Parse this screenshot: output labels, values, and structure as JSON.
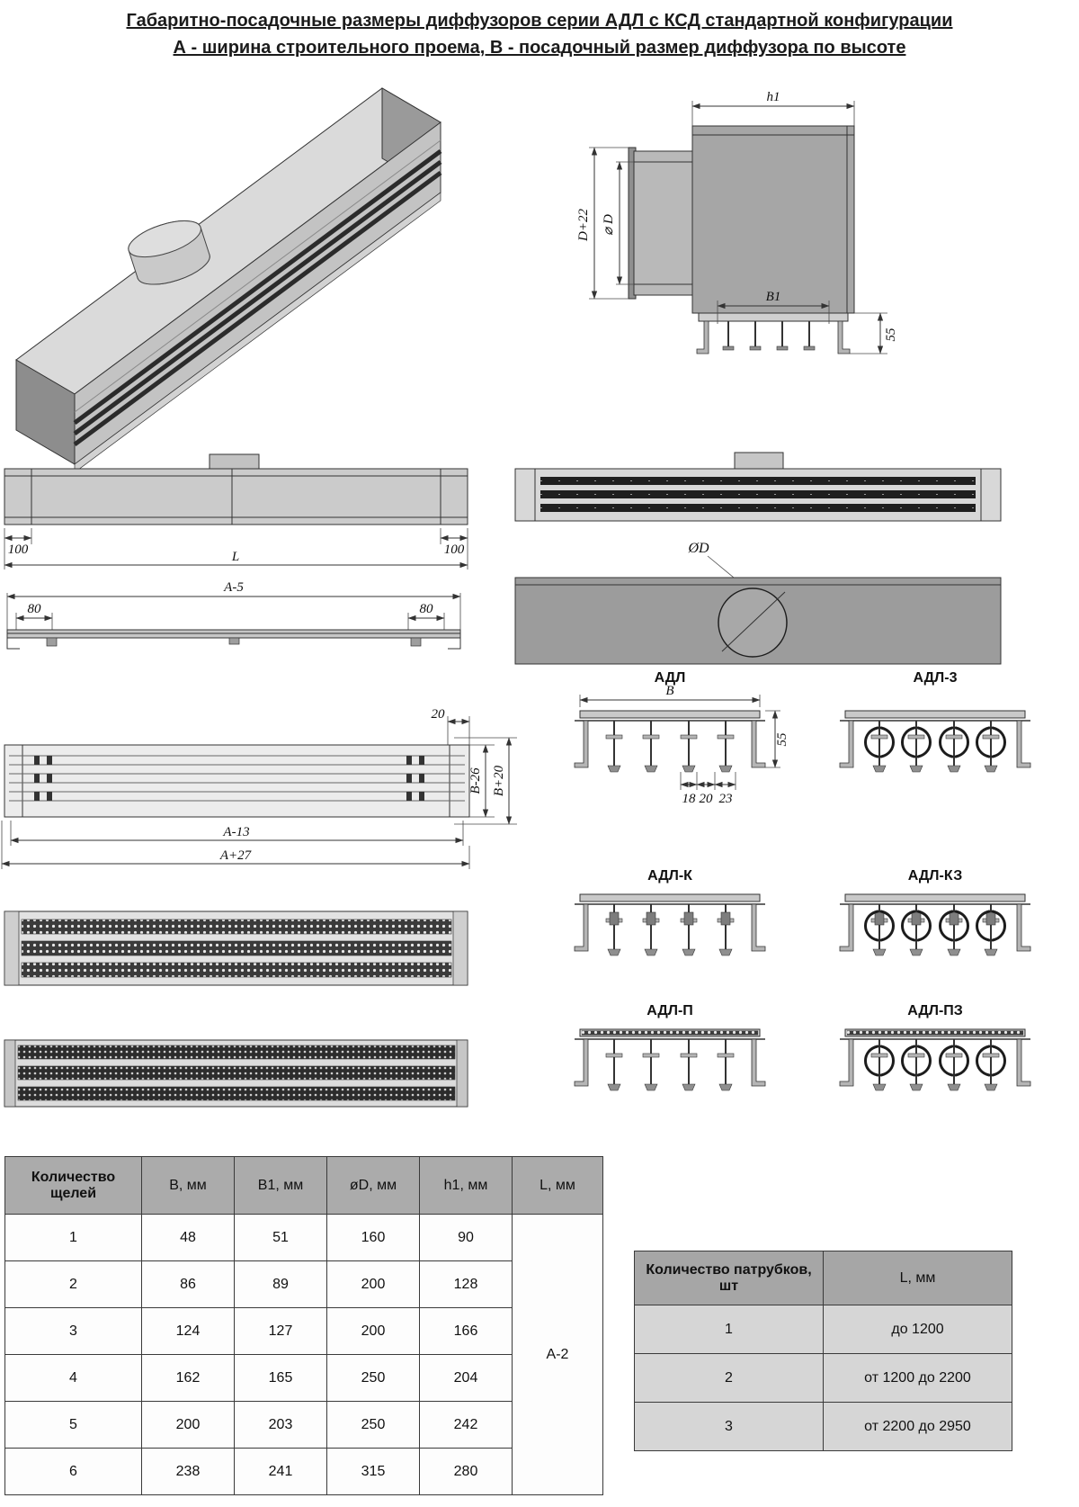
{
  "title": {
    "line1": "Габаритно-посадочные размеры диффузоров серии АДЛ с КСД стандартной конфигурации",
    "line2": "А - ширина строительного проема, В - посадочный размер диффузора по высоте"
  },
  "dims": {
    "side": {
      "h1": "h1",
      "d_plus_22": "D+22",
      "phi_d": "⌀ D",
      "b1": "В1",
      "h55": "55"
    },
    "front": {
      "left_100": "100",
      "length": "L",
      "right_100": "100"
    },
    "mount": {
      "a_minus_5": "А-5",
      "left_80": "80",
      "right_80": "80"
    },
    "back": {
      "dia": "ØD"
    },
    "grille": {
      "top_20": "20",
      "b_minus_26": "В-26",
      "b_plus_20": "В+20",
      "a_minus_13": "А-13",
      "a_plus_27": "А+27"
    },
    "profile": {
      "b": "В",
      "h55": "55",
      "d18": "18",
      "d20": "20",
      "d23": "23"
    }
  },
  "profiles": [
    {
      "label": "АДЛ"
    },
    {
      "label": "АДЛ-3"
    },
    {
      "label": "АДЛ-К"
    },
    {
      "label": "АДЛ-КЗ"
    },
    {
      "label": "АДЛ-П"
    },
    {
      "label": "АДЛ-ПЗ"
    }
  ],
  "table_slots": {
    "headers": [
      "Количество щелей",
      "B, мм",
      "B1, мм",
      "øD, мм",
      "h1, мм",
      "L, мм"
    ],
    "rows": [
      [
        "1",
        "48",
        "51",
        "160",
        "90"
      ],
      [
        "2",
        "86",
        "89",
        "200",
        "128"
      ],
      [
        "3",
        "124",
        "127",
        "200",
        "166"
      ],
      [
        "4",
        "162",
        "165",
        "250",
        "204"
      ],
      [
        "5",
        "200",
        "203",
        "250",
        "242"
      ],
      [
        "6",
        "238",
        "241",
        "315",
        "280"
      ]
    ],
    "l_value": "А-2"
  },
  "table_pipes": {
    "headers": [
      "Количество патрубков, шт",
      "L, мм"
    ],
    "rows": [
      [
        "1",
        "до 1200"
      ],
      [
        "2",
        "от 1200 до 2200"
      ],
      [
        "3",
        "от 2200 до 2950"
      ]
    ]
  }
}
